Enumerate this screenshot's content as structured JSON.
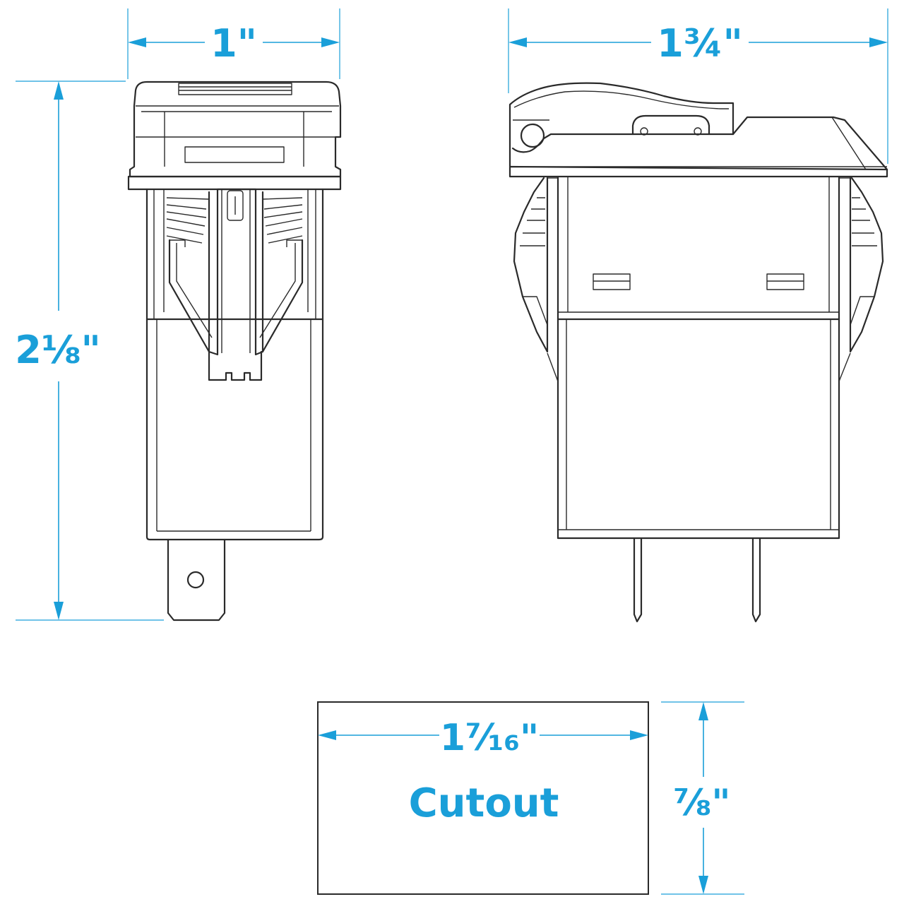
{
  "dimensions": {
    "front_width": "1\"",
    "side_width": "1¾\"",
    "height": "2⅛\"",
    "cutout_width": "1⁷⁄₁₆\"",
    "cutout_height": "⅞\""
  },
  "cutout_label": "Cutout",
  "colors": {
    "dimension": "#1a9fd9",
    "outline": "#2a2a2a"
  }
}
